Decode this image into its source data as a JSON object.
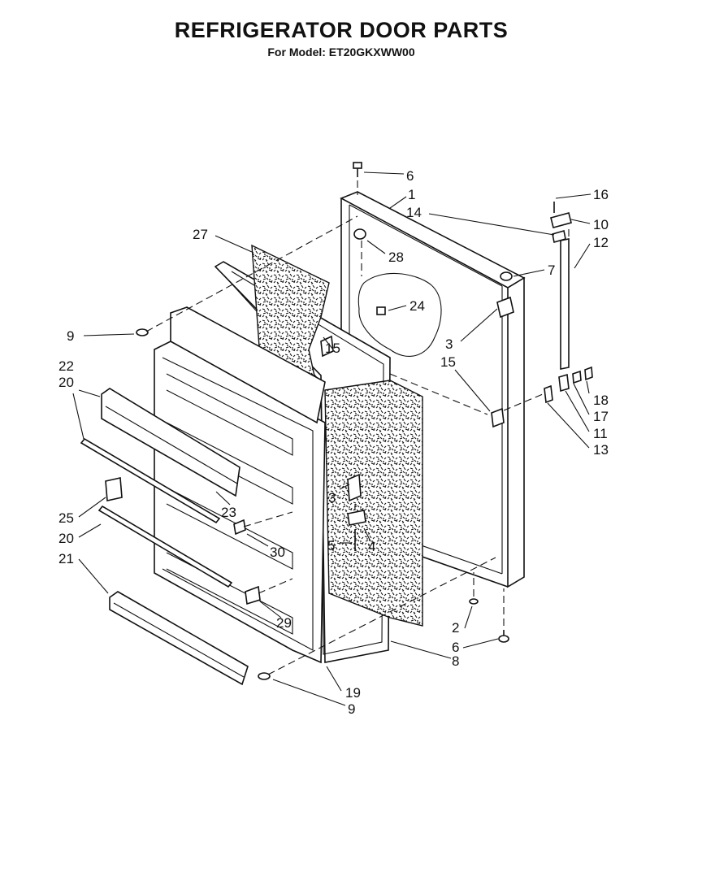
{
  "header": {
    "title": "REFRIGERATOR DOOR PARTS",
    "subtitle": "For Model: ET20GKXWW00"
  },
  "callouts": [
    {
      "id": "c6a",
      "text": "6"
    },
    {
      "id": "c1",
      "text": "1"
    },
    {
      "id": "c16",
      "text": "16"
    },
    {
      "id": "c14",
      "text": "14"
    },
    {
      "id": "c10",
      "text": "10"
    },
    {
      "id": "c27",
      "text": "27"
    },
    {
      "id": "c12",
      "text": "12"
    },
    {
      "id": "c28",
      "text": "28"
    },
    {
      "id": "c7",
      "text": "7"
    },
    {
      "id": "c24",
      "text": "24"
    },
    {
      "id": "c9a",
      "text": "9"
    },
    {
      "id": "c3a",
      "text": "3"
    },
    {
      "id": "c15a",
      "text": "15"
    },
    {
      "id": "c15b",
      "text": "15"
    },
    {
      "id": "c22",
      "text": "22"
    },
    {
      "id": "c20a",
      "text": "20"
    },
    {
      "id": "c18",
      "text": "18"
    },
    {
      "id": "c17",
      "text": "17"
    },
    {
      "id": "c11",
      "text": "11"
    },
    {
      "id": "c13",
      "text": "13"
    },
    {
      "id": "c3b",
      "text": "3"
    },
    {
      "id": "c23",
      "text": "23"
    },
    {
      "id": "c25",
      "text": "25"
    },
    {
      "id": "c20b",
      "text": "20"
    },
    {
      "id": "c5",
      "text": "5"
    },
    {
      "id": "c4",
      "text": "4"
    },
    {
      "id": "c30",
      "text": "30"
    },
    {
      "id": "c21",
      "text": "21"
    },
    {
      "id": "c29",
      "text": "29"
    },
    {
      "id": "c2",
      "text": "2"
    },
    {
      "id": "c6b",
      "text": "6"
    },
    {
      "id": "c8",
      "text": "8"
    },
    {
      "id": "c19",
      "text": "19"
    },
    {
      "id": "c9b",
      "text": "9"
    }
  ]
}
